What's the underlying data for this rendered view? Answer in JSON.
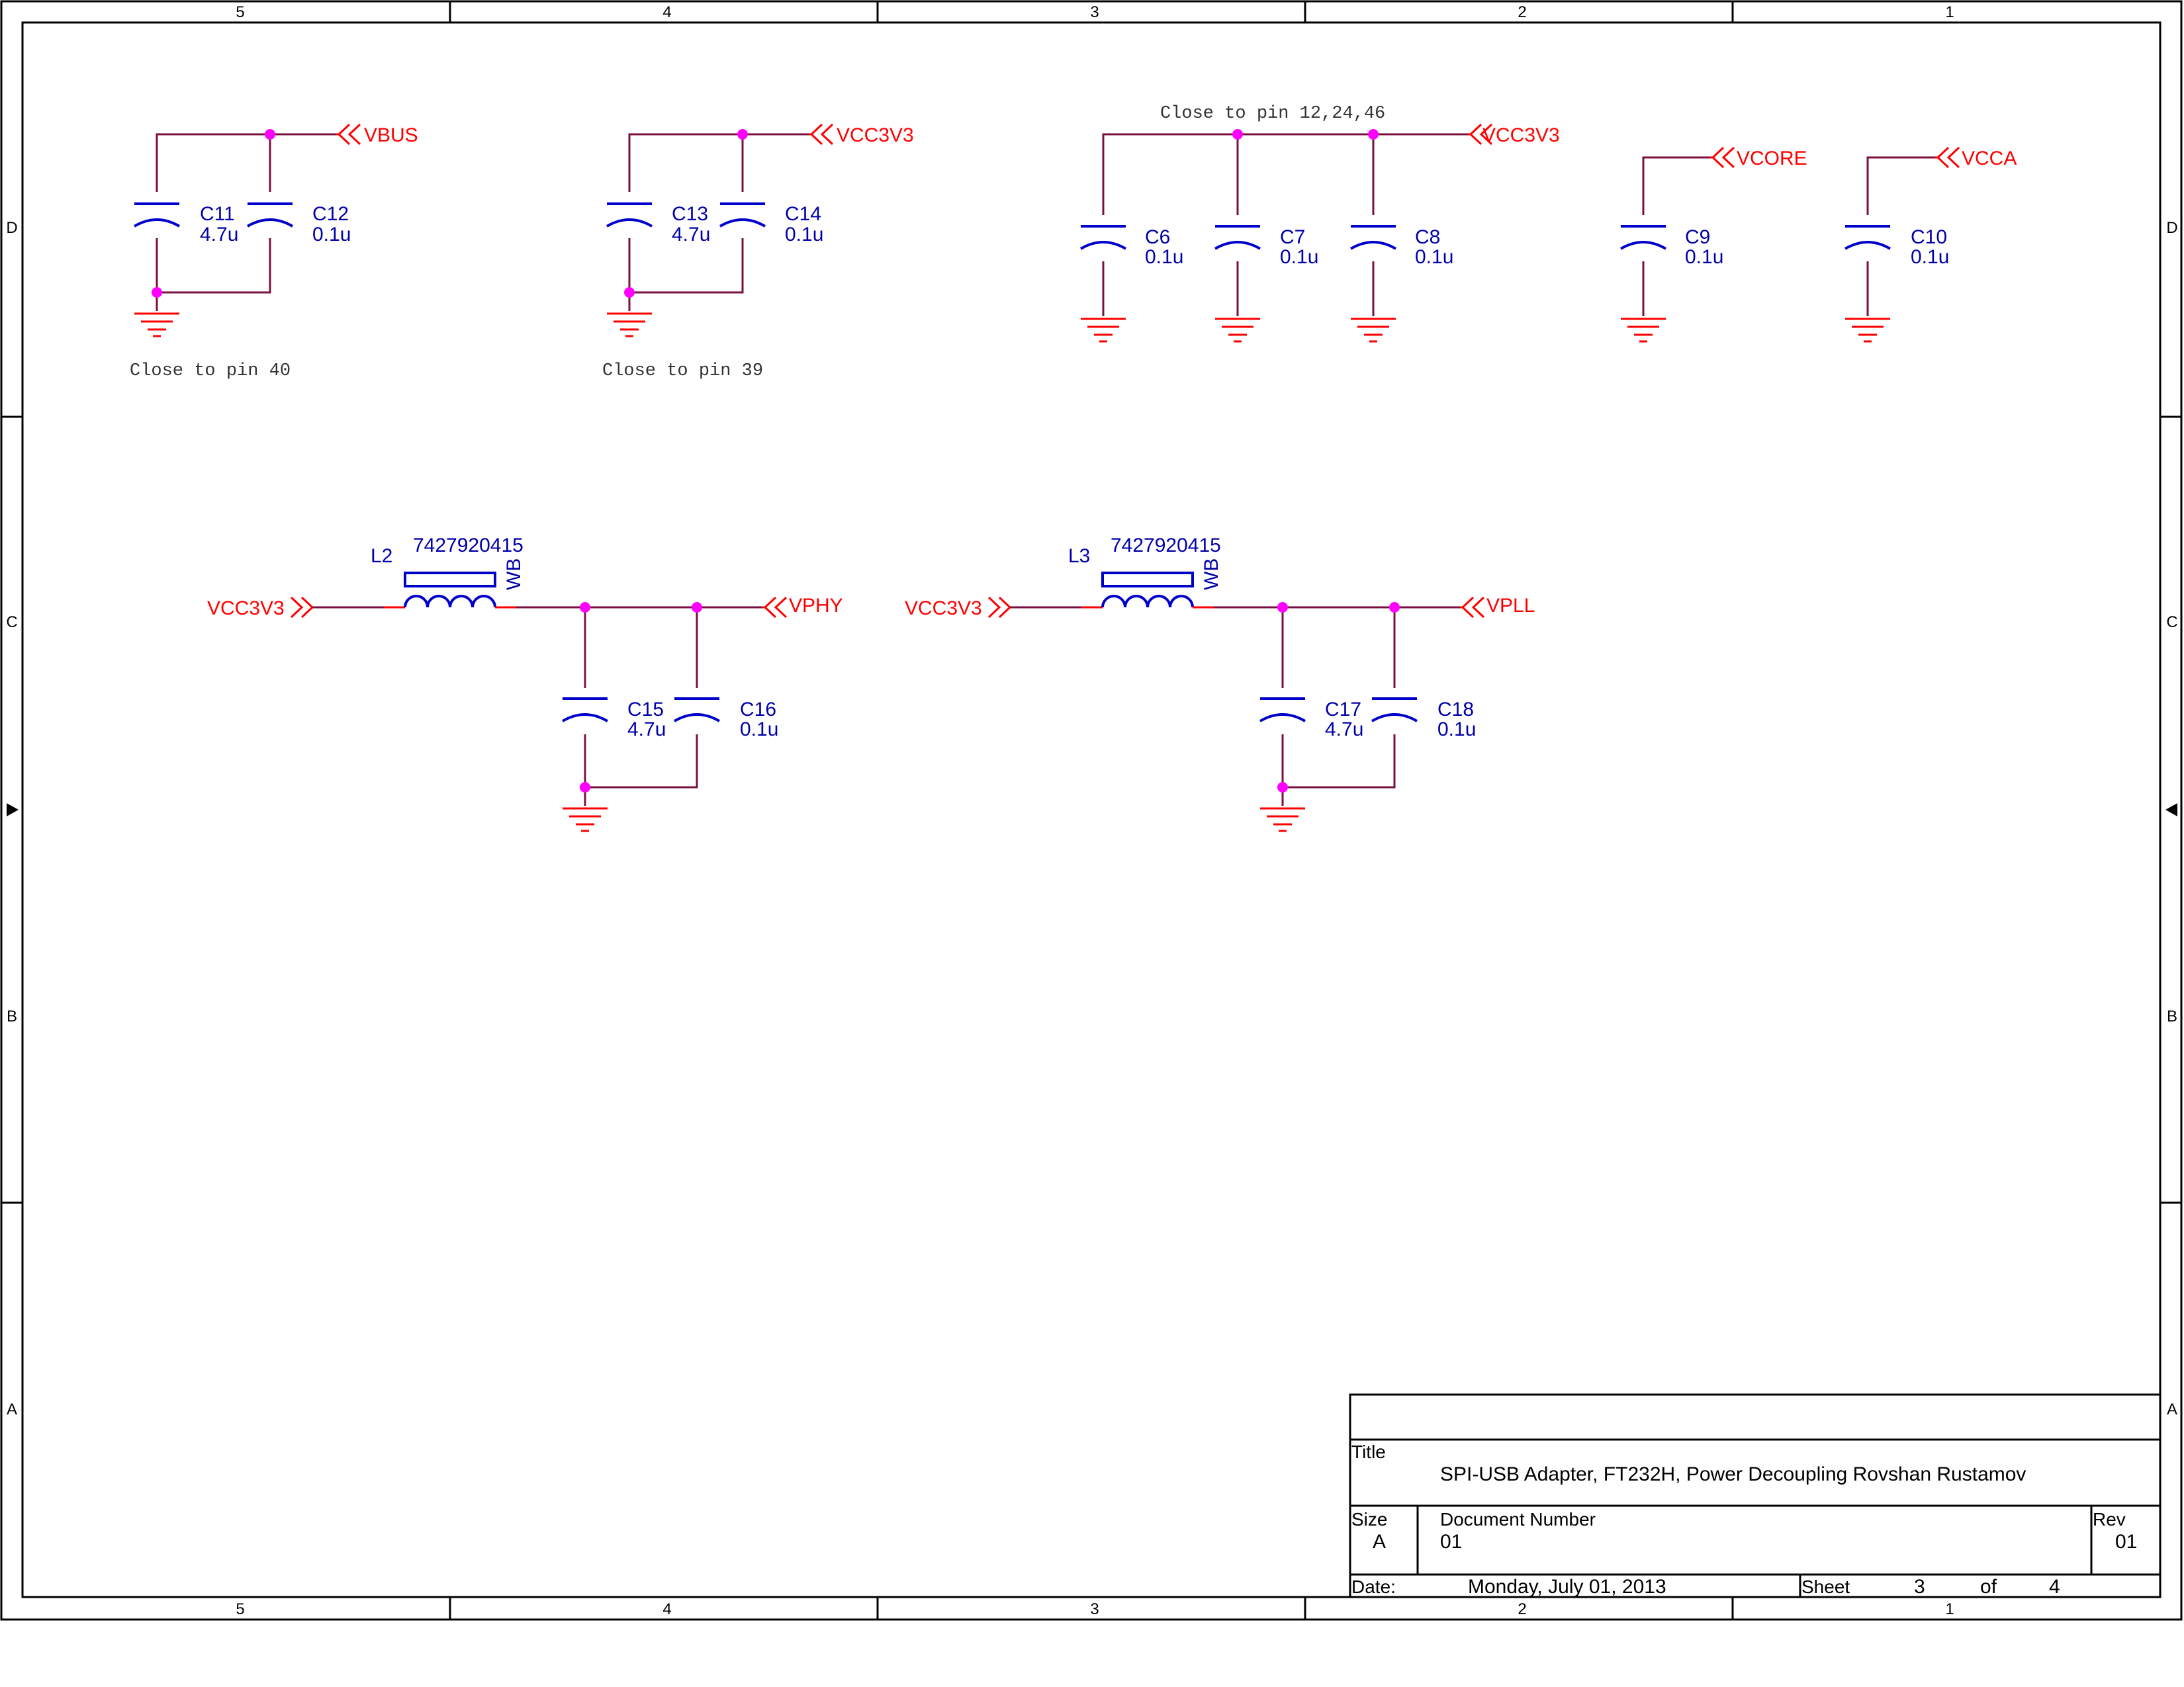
{
  "border": {
    "columns": [
      "5",
      "4",
      "3",
      "2",
      "1"
    ],
    "rows": [
      "D",
      "C",
      "B",
      "A"
    ]
  },
  "nets": {
    "vbus": "VBUS",
    "vcc3v3": "VCC3V3",
    "vcore": "VCORE",
    "vcca": "VCCA",
    "vphy": "VPHY",
    "vpll": "VPLL"
  },
  "notes": {
    "pin40": "Close to pin 40",
    "pin39": "Close to pin 39",
    "pin12": "Close to pin 12,24,46"
  },
  "capacitors": [
    {
      "ref": "C11",
      "value": "4.7u"
    },
    {
      "ref": "C12",
      "value": "0.1u"
    },
    {
      "ref": "C13",
      "value": "4.7u"
    },
    {
      "ref": "C14",
      "value": "0.1u"
    },
    {
      "ref": "C6",
      "value": "0.1u"
    },
    {
      "ref": "C7",
      "value": "0.1u"
    },
    {
      "ref": "C8",
      "value": "0.1u"
    },
    {
      "ref": "C9",
      "value": "0.1u"
    },
    {
      "ref": "C10",
      "value": "0.1u"
    },
    {
      "ref": "C15",
      "value": "4.7u"
    },
    {
      "ref": "C16",
      "value": "0.1u"
    },
    {
      "ref": "C17",
      "value": "4.7u"
    },
    {
      "ref": "C18",
      "value": "0.1u"
    }
  ],
  "inductors": [
    {
      "ref": "L2",
      "part": "7427920415",
      "tag": "WB"
    },
    {
      "ref": "L3",
      "part": "7427920415",
      "tag": "WB"
    }
  ],
  "title_block": {
    "title_label": "Title",
    "title": "SPI-USB Adapter,  FT232H, Power Decoupling Rovshan Rustamov",
    "size_label": "Size",
    "size": "A",
    "doc_label": "Document Number",
    "doc_number": "01",
    "rev_label": "Rev",
    "rev": "01",
    "date_label": "Date:",
    "date": "Monday, July 01, 2013",
    "sheet_label": "Sheet",
    "sheet": "3",
    "of_label": "of",
    "sheet_total": "4"
  }
}
